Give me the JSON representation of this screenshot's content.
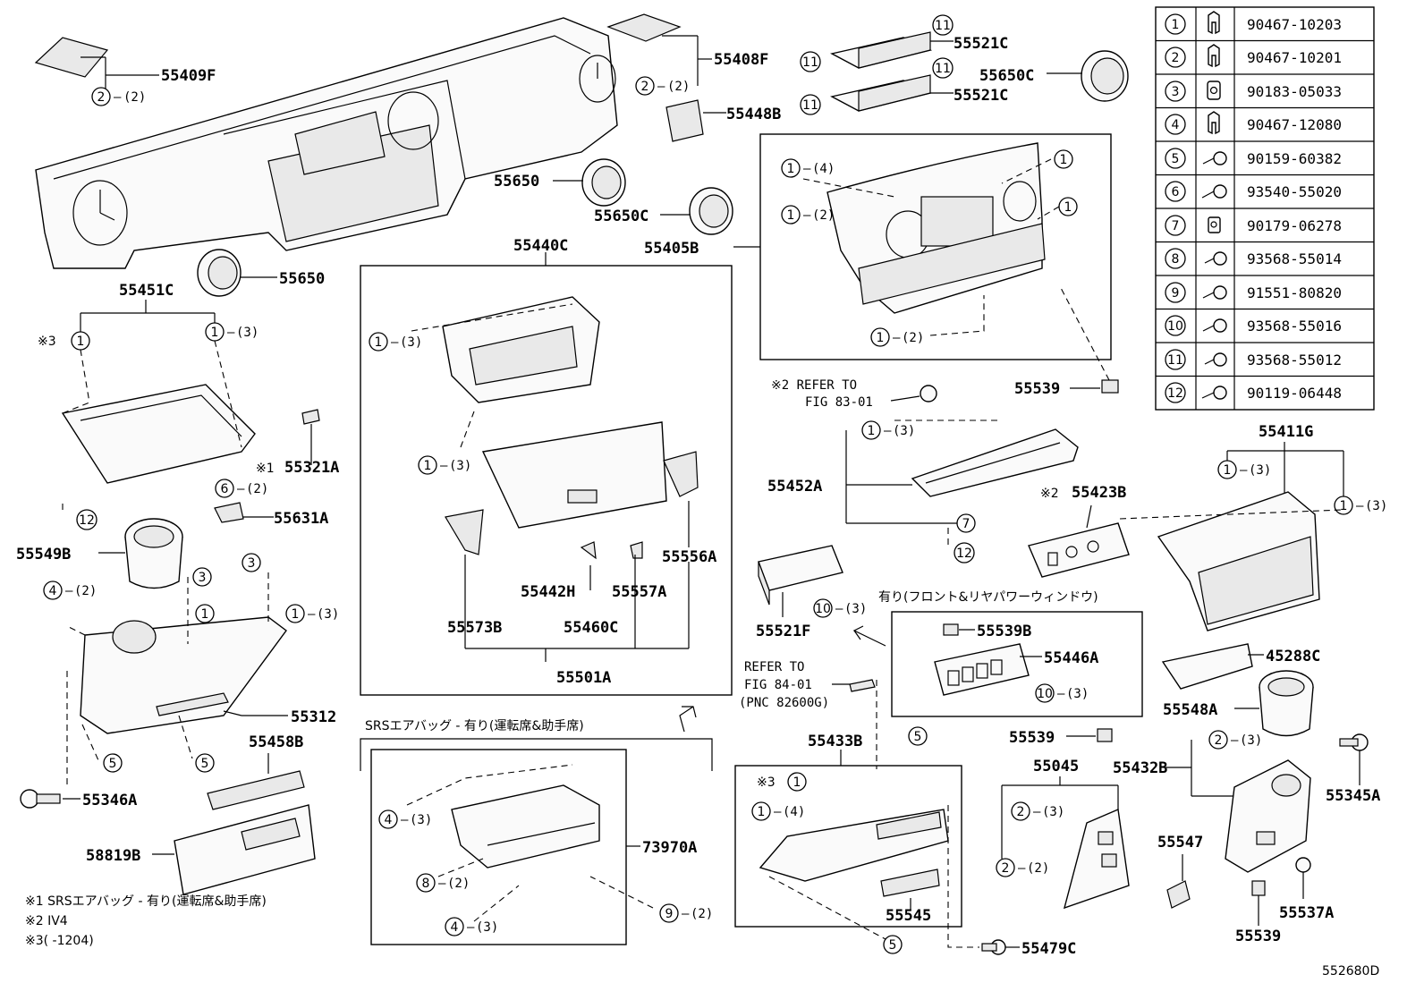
{
  "diagram_id": "552680D",
  "fastener_table": [
    {
      "no": "1",
      "part": "90467-10203",
      "icon": "clip-icon"
    },
    {
      "no": "2",
      "part": "90467-10201",
      "icon": "clip-icon"
    },
    {
      "no": "3",
      "part": "90183-05033",
      "icon": "nut-clip-icon"
    },
    {
      "no": "4",
      "part": "90467-12080",
      "icon": "clip-icon"
    },
    {
      "no": "5",
      "part": "90159-60382",
      "icon": "screw-icon"
    },
    {
      "no": "6",
      "part": "93540-55020",
      "icon": "screw-icon"
    },
    {
      "no": "7",
      "part": "90179-06278",
      "icon": "nut-icon"
    },
    {
      "no": "8",
      "part": "93568-55014",
      "icon": "screw-icon"
    },
    {
      "no": "9",
      "part": "91551-80820",
      "icon": "screw-icon"
    },
    {
      "no": "10",
      "part": "93568-55016",
      "icon": "screw-icon"
    },
    {
      "no": "11",
      "part": "93568-55012",
      "icon": "screw-icon"
    },
    {
      "no": "12",
      "part": "90119-06448",
      "icon": "screw-icon"
    }
  ],
  "part_labels": {
    "p55409F": "55409F",
    "p55408F": "55408F",
    "p55448B": "55448B",
    "p55650_a": "55650",
    "p55650_b": "55650",
    "p55650C_a": "55650C",
    "p55650C_b": "55650C",
    "p55521C_a": "55521C",
    "p55521C_b": "55521C",
    "p55405B": "55405B",
    "p55440C": "55440C",
    "p55451C": "55451C",
    "p55321A": "55321A",
    "p55631A": "55631A",
    "p55549B": "55549B",
    "p55312": "55312",
    "p55458B": "55458B",
    "p55346A": "55346A",
    "p58819B": "58819B",
    "p55442H": "55442H",
    "p55557A": "55557A",
    "p55556A": "55556A",
    "p55573B": "55573B",
    "p55460C": "55460C",
    "p55501A": "55501A",
    "p55539_a": "55539",
    "p55539_b": "55539",
    "p55539_c": "55539",
    "p55452A": "55452A",
    "p55423B": "55423B",
    "p55411G": "55411G",
    "p55521F": "55521F",
    "p55539B": "55539B",
    "p55446A": "55446A",
    "p45288C": "45288C",
    "p55548A": "55548A",
    "p55433B": "55433B",
    "p55045": "55045",
    "p55432B": "55432B",
    "p55345A": "55345A",
    "p55547": "55547",
    "p55545": "55545",
    "p55537A": "55537A",
    "p55479C": "55479C",
    "p73970A": "73970A"
  },
  "annotations": {
    "refer_fig83_line1": "※2 REFER TO",
    "refer_fig83_line2": "FIG 83-01",
    "refer_fig84_line1": "REFER TO",
    "refer_fig84_line2": "FIG 84-01",
    "refer_fig84_line3": "(PNC 82600G)",
    "power_window": "有り(フロント&リヤパワーウィンドウ)",
    "srs_airbag_header": "SRSエアバッグ - 有り(運転席&助手席)",
    "mark3": "※3",
    "mark1": "※1",
    "mark2": "※2"
  },
  "footnotes": {
    "note1": "※1  SRSエアバッグ - 有り(運転席&助手席)",
    "note2": "※2  IV4",
    "note3": "※3(       -1204)"
  },
  "callouts": {
    "c2_2": "(2)",
    "c1_4": "(4)",
    "c1_3": "(3)",
    "c1_2": "(2)",
    "c6_2": "(2)",
    "c4_2": "(2)",
    "c10_3": "(3)",
    "c2_3": "(3)",
    "c4_3": "(3)",
    "c8_2": "(2)",
    "c9_2": "(2)"
  }
}
